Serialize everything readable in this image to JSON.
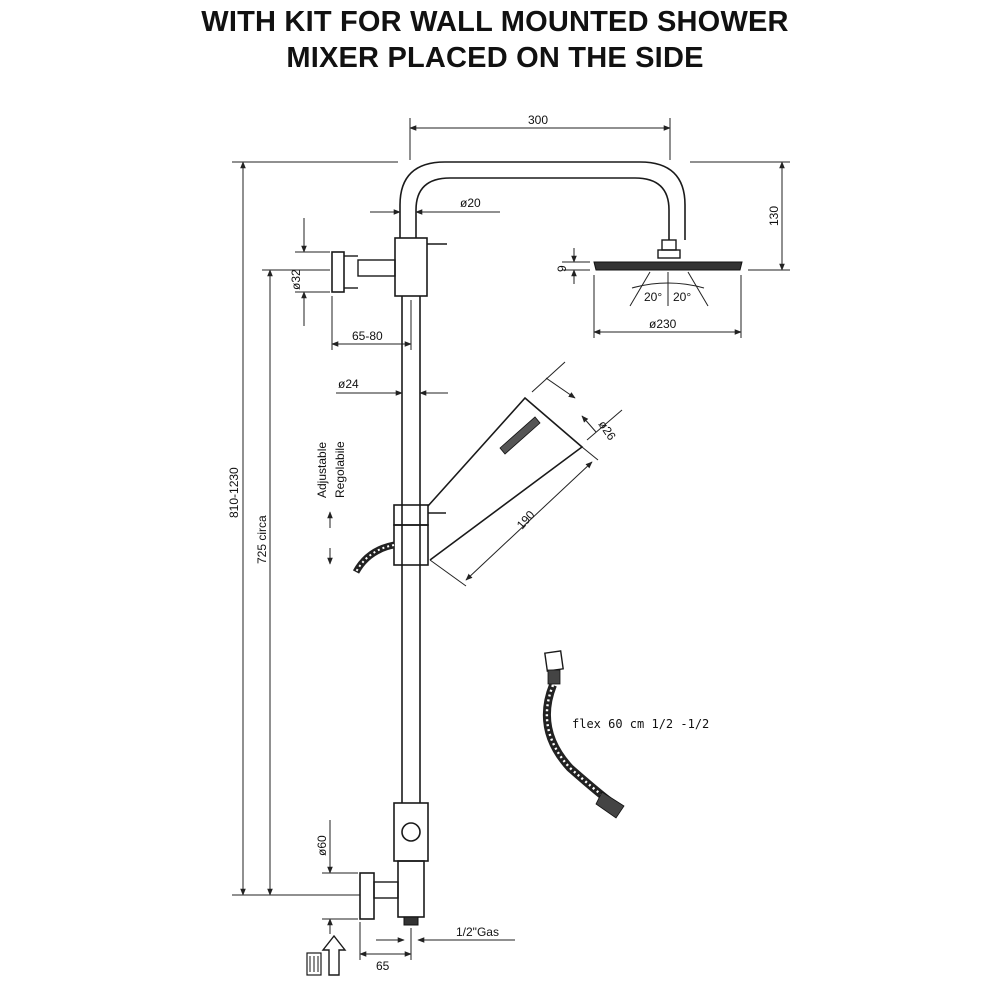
{
  "title": {
    "line1": "WITH KIT FOR WALL MOUNTED SHOWER",
    "line2": "MIXER PLACED ON THE SIDE"
  },
  "dimensions": {
    "arm_length": "300",
    "arm_height": "130",
    "pipe_diameter": "ø20",
    "head_thickness": "9",
    "head_angle_left": "20°",
    "head_angle_right": "20°",
    "head_diameter": "ø230",
    "wall_bracket_diameter": "ø32",
    "wall_offset": "65-80",
    "rail_diameter": "ø24",
    "handshower_diameter": "ø26",
    "handshower_length": "190",
    "total_height": "810-1230",
    "rail_height": "725 circa",
    "mixer_diameter": "ø60",
    "mixer_offset": "65",
    "connection": "1/2\"Gas"
  },
  "labels": {
    "adjustable": "Adjustable",
    "regolabile": "Regolabile",
    "flex": "flex 60 cm 1/2 -1/2"
  }
}
